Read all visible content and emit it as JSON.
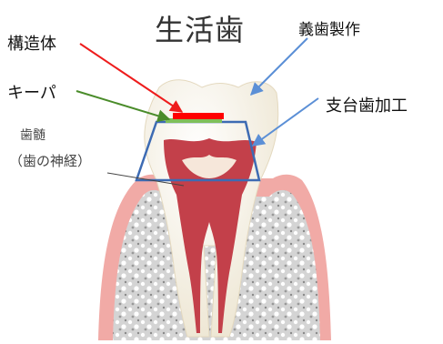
{
  "title": "生活歯",
  "labels": {
    "structure": "構造体",
    "keeper": "キーパ",
    "pulp_line1": "歯髄",
    "pulp_line2": "（歯の神経）",
    "denture": "義歯製作",
    "abutment": "支台歯加工"
  },
  "colors": {
    "structure_arrow": "#ee1c1c",
    "keeper_arrow": "#4a8c2a",
    "blue_arrow": "#5b8fd6",
    "abutment_outline": "#3d6bb3",
    "structure_bar": "#ff0000",
    "keeper_bar": "#7fbf5a",
    "pulp": "#c3404a",
    "bone": "#c8c8c8",
    "gum": "#f1aaa6"
  }
}
